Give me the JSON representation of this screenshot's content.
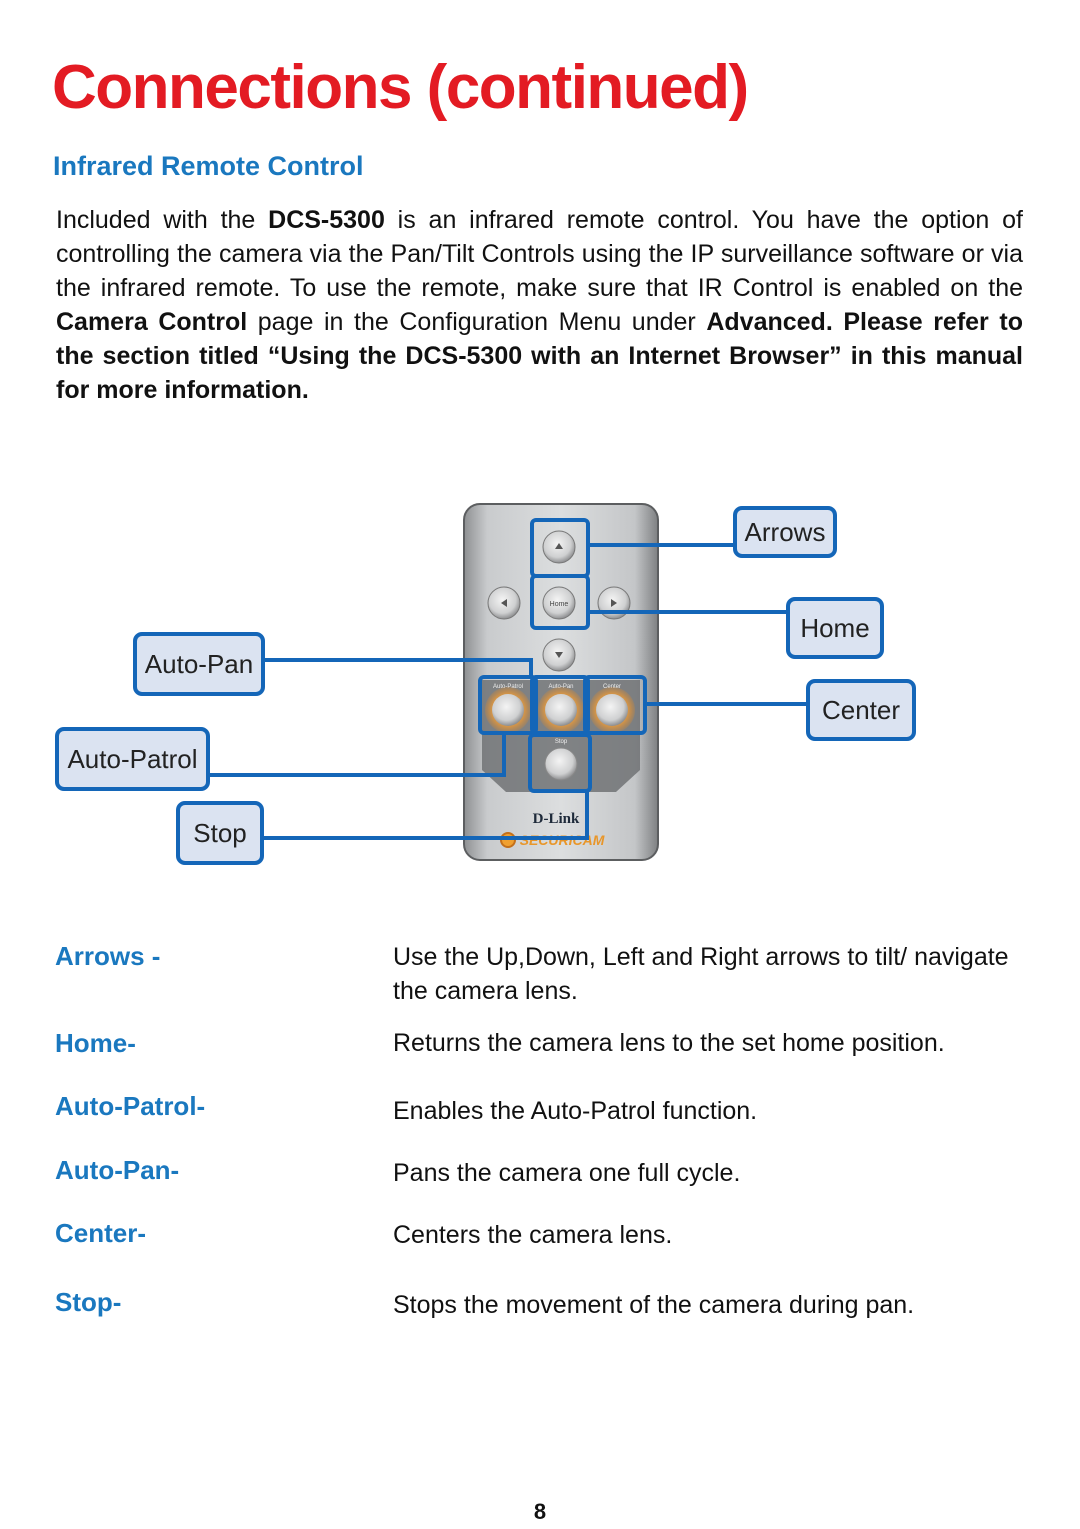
{
  "page": {
    "title": "Connections (continued)",
    "subtitle": "Infrared Remote Control",
    "page_number": "8"
  },
  "intro": {
    "t1": "Included with the ",
    "b1": "DCS-5300",
    "t2": " is an infrared remote control. You have the option of controlling the camera via the Pan/Tilt Controls using the IP surveillance software or via the infrared remote. To use the remote, make sure that IR Control is enabled on the ",
    "b2": "Camera Control",
    "t3": " page in the Configuration Menu under ",
    "b3": "Advanced. Please refer to the section titled “Using the DCS-5300 with an Internet Browser”  in this manual for more information."
  },
  "remote": {
    "brand": "D-Link",
    "product": "SECURICAM",
    "button_labels": {
      "home": "Home",
      "auto_patrol": "Auto-Patrol",
      "auto_pan": "Auto-Pan",
      "center": "Center",
      "stop": "Stop"
    }
  },
  "callouts": {
    "arrows": "Arrows",
    "home": "Home",
    "center": "Center",
    "auto_pan": "Auto-Pan",
    "auto_patrol": "Auto-Patrol",
    "stop": "Stop"
  },
  "definitions": [
    {
      "term": "Arrows -",
      "desc": "Use the Up,Down, Left and Right arrows to tilt/ navigate the camera lens."
    },
    {
      "term": "Home-",
      "desc": "Returns the camera lens to the set home position."
    },
    {
      "term": "Auto-Patrol-",
      "desc": "Enables the Auto-Patrol function."
    },
    {
      "term": "Auto-Pan-",
      "desc": "Pans the camera one full cycle."
    },
    {
      "term": "Center-",
      "desc": "Centers the camera lens."
    },
    {
      "term": "Stop-",
      "desc": "Stops the movement of the camera during pan."
    }
  ],
  "colors": {
    "title": "#e31b23",
    "heading": "#1a78bf",
    "callout_border": "#1466b8",
    "callout_fill": "#dbe3f1",
    "highlight": "#f08c1a"
  }
}
